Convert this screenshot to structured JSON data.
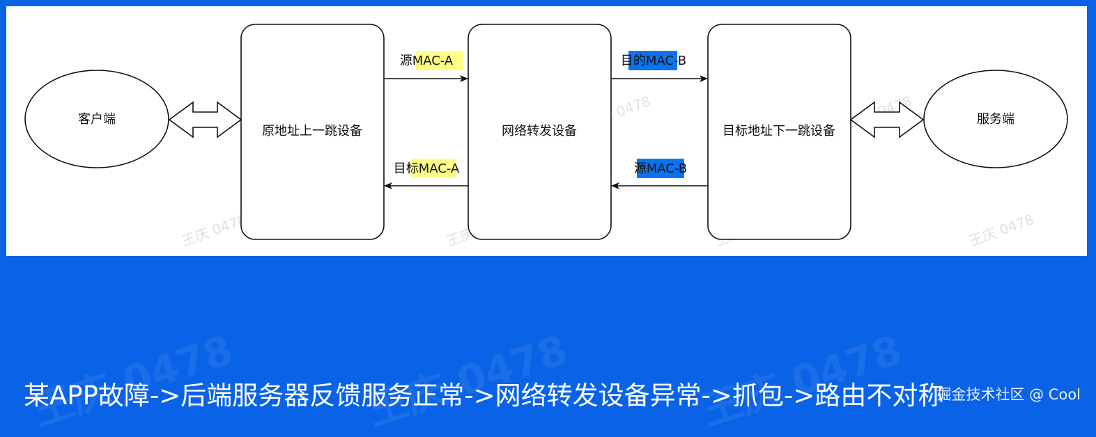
{
  "diagram": {
    "nodes": {
      "client": "客户端",
      "src_hop": "原地址上一跳设备",
      "forwarder": "网络转发设备",
      "dst_hop": "目标地址下一跳设备",
      "server": "服务端"
    },
    "edges": {
      "fwd_left": "源MAC-A",
      "fwd_right": "目的MAC-B",
      "back_left": "目标MAC-A",
      "back_right": "源MAC-B"
    },
    "highlight_colors": {
      "mac_a": "#ffff88",
      "mac_b": "#0a74f0"
    },
    "watermark": "王庆 0478"
  },
  "caption": "某APP故障->后端服务器反馈服务正常->网络转发设备异常->抓包->路由不对称",
  "credit": "掘金技术社区 @ Cool",
  "colors": {
    "background": "#0a63e6",
    "panel": "#ffffff",
    "stroke": "#111111"
  }
}
